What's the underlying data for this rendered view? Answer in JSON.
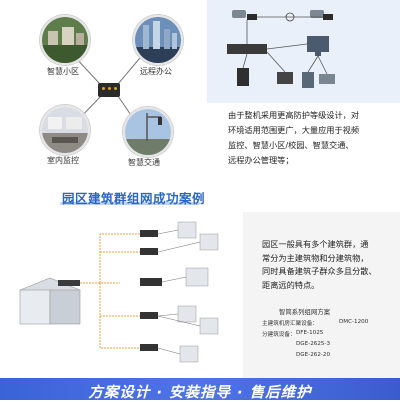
{
  "hub_diagram": {
    "labels": {
      "smart_community": "智慧小区",
      "remote_office": "远程办公",
      "indoor_monitoring": "室内监控",
      "smart_traffic": "智慧交通"
    }
  },
  "description": {
    "lines": [
      "由于整机采用更高防护等级设计，对",
      "环境适用范围更广，大量应用于视频",
      "监控、智慧小区/校园、智慧交通、",
      "远程办公管理等；"
    ]
  },
  "section_title": "园区建筑群组网成功案例",
  "case_text": {
    "lines": [
      "园区一般具有多个建筑群，通",
      "常分为主建筑物和分建筑物，",
      "同时具备建筑子群众多且分散、",
      "距离远的特点。"
    ]
  },
  "scheme": {
    "title": "智简系列组网方案",
    "main_building_label": "主建筑机房汇聚设备：",
    "main_building_device": "DMC-1200",
    "sub_building_label": "分建筑设备：",
    "sub_building_device": "DFE-1025",
    "device_3": "DGE-2625-3",
    "device_4": "DGE-262-20"
  },
  "footer": {
    "banner": "方案设计 · 安装指导 · 售后维护"
  },
  "colors": {
    "accent": "#2b66c4",
    "banner": "#3a63d8",
    "panel": "#e9f0fa"
  }
}
